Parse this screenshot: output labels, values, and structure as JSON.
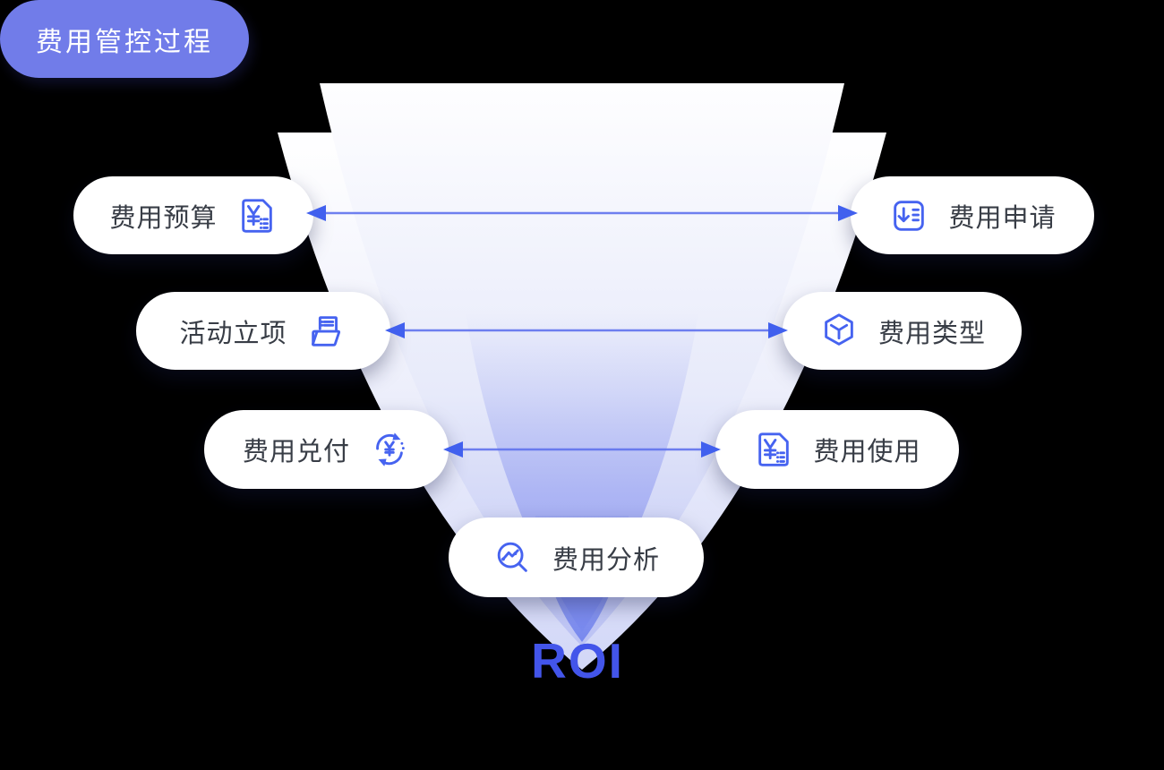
{
  "title": {
    "label": "费用管控过程"
  },
  "stages": {
    "left": [
      {
        "label": "费用预算",
        "icon": "yen-document-icon"
      },
      {
        "label": "活动立项",
        "icon": "folder-project-icon"
      },
      {
        "label": "费用兑付",
        "icon": "yen-exchange-icon"
      }
    ],
    "right": [
      {
        "label": "费用申请",
        "icon": "request-form-icon"
      },
      {
        "label": "费用类型",
        "icon": "cube-icon"
      },
      {
        "label": "费用使用",
        "icon": "yen-document-icon"
      }
    ],
    "bottom": {
      "label": "费用分析",
      "icon": "chart-magnifier-icon"
    }
  },
  "funnel": {
    "roi_label": "ROI"
  },
  "colors": {
    "accent_icon": "#4663f0",
    "arrow_head": "#4160ee",
    "arrow_line": "#6073ee",
    "top_pill_bg": "#717ce9",
    "pill_text": "#383d46",
    "roi_text": "#4355ea",
    "funnel_light": "#d2d7f7",
    "funnel_mid": "#bbc2f4",
    "funnel_tip": "#7788ee",
    "background": "#000000"
  }
}
